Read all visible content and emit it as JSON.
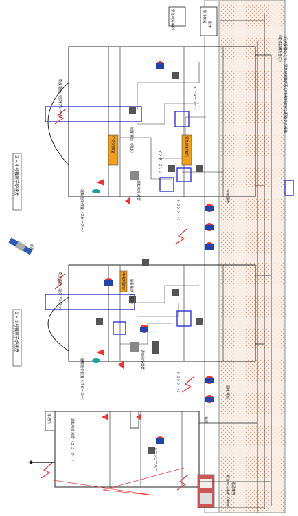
{
  "buildings": {
    "unit34_title": "３・４号機原子炉建屋",
    "unit12_title": "１・２号機原子炉建屋",
    "aux_building": "事務所",
    "aux_building_top": "緊急時対策所",
    "main_gate": "屋外施設"
  },
  "labels": {
    "satellite": "衛星",
    "sat_phone_34": "衛星電話（屋外アンテナ）",
    "sat_phone_12": "衛星電話（屋外アンテナ）",
    "sat_phone_fixed_34": "衛星電話（固定）",
    "sat_phone_fixed_12": "衛星電話（固定）",
    "emergency_phone_34": "緊急時対策所",
    "phone_board_34a": "運転指令装置",
    "phone_board_12a": "運転指令装置",
    "paging_34": "運転指令装置（スピーカー）",
    "paging_12": "運転指令装置（スピーカー）",
    "paging_aux": "運転指令装置（スピーカー）",
    "transceiver_1": "トランシーバー",
    "transceiver_2": "トランシーバー",
    "transceiver_3": "トランシーバー",
    "intercom_1": "インターフォン",
    "intercom_2": "インターフォン",
    "power_supply": "電源",
    "main_control_34": "中央制御室",
    "main_control_12": "中央制御室",
    "direct_call": "専用回線",
    "fixed_phone": "固定電話",
    "exterior": "屋外",
    "emergency_car": "緊急時対策所（車両）",
    "vehicle_note": "電源車等",
    "legend_note": "：通信設備のうち、緊急時対策所及び中央制御室に配備する設備",
    "legend_subnote": "（電源設備を含む）"
  }
}
